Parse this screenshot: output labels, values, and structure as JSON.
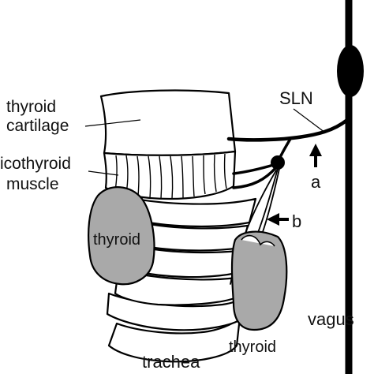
{
  "labels": {
    "thyroid_cartilage_1": "thyroid",
    "thyroid_cartilage_2": "cartilage",
    "cricothyroid_1": "icothyroid",
    "cricothyroid_2": "muscle",
    "thyroid_left": "thyroid",
    "thyroid_right": "thyroid",
    "trachea": "trachea",
    "sln": "SLN",
    "vagus": "vagus",
    "arrow_a": "a",
    "arrow_b": "b"
  },
  "colors": {
    "ink": "#000000",
    "gland": "#a9a9a9",
    "paper": "#ffffff"
  }
}
